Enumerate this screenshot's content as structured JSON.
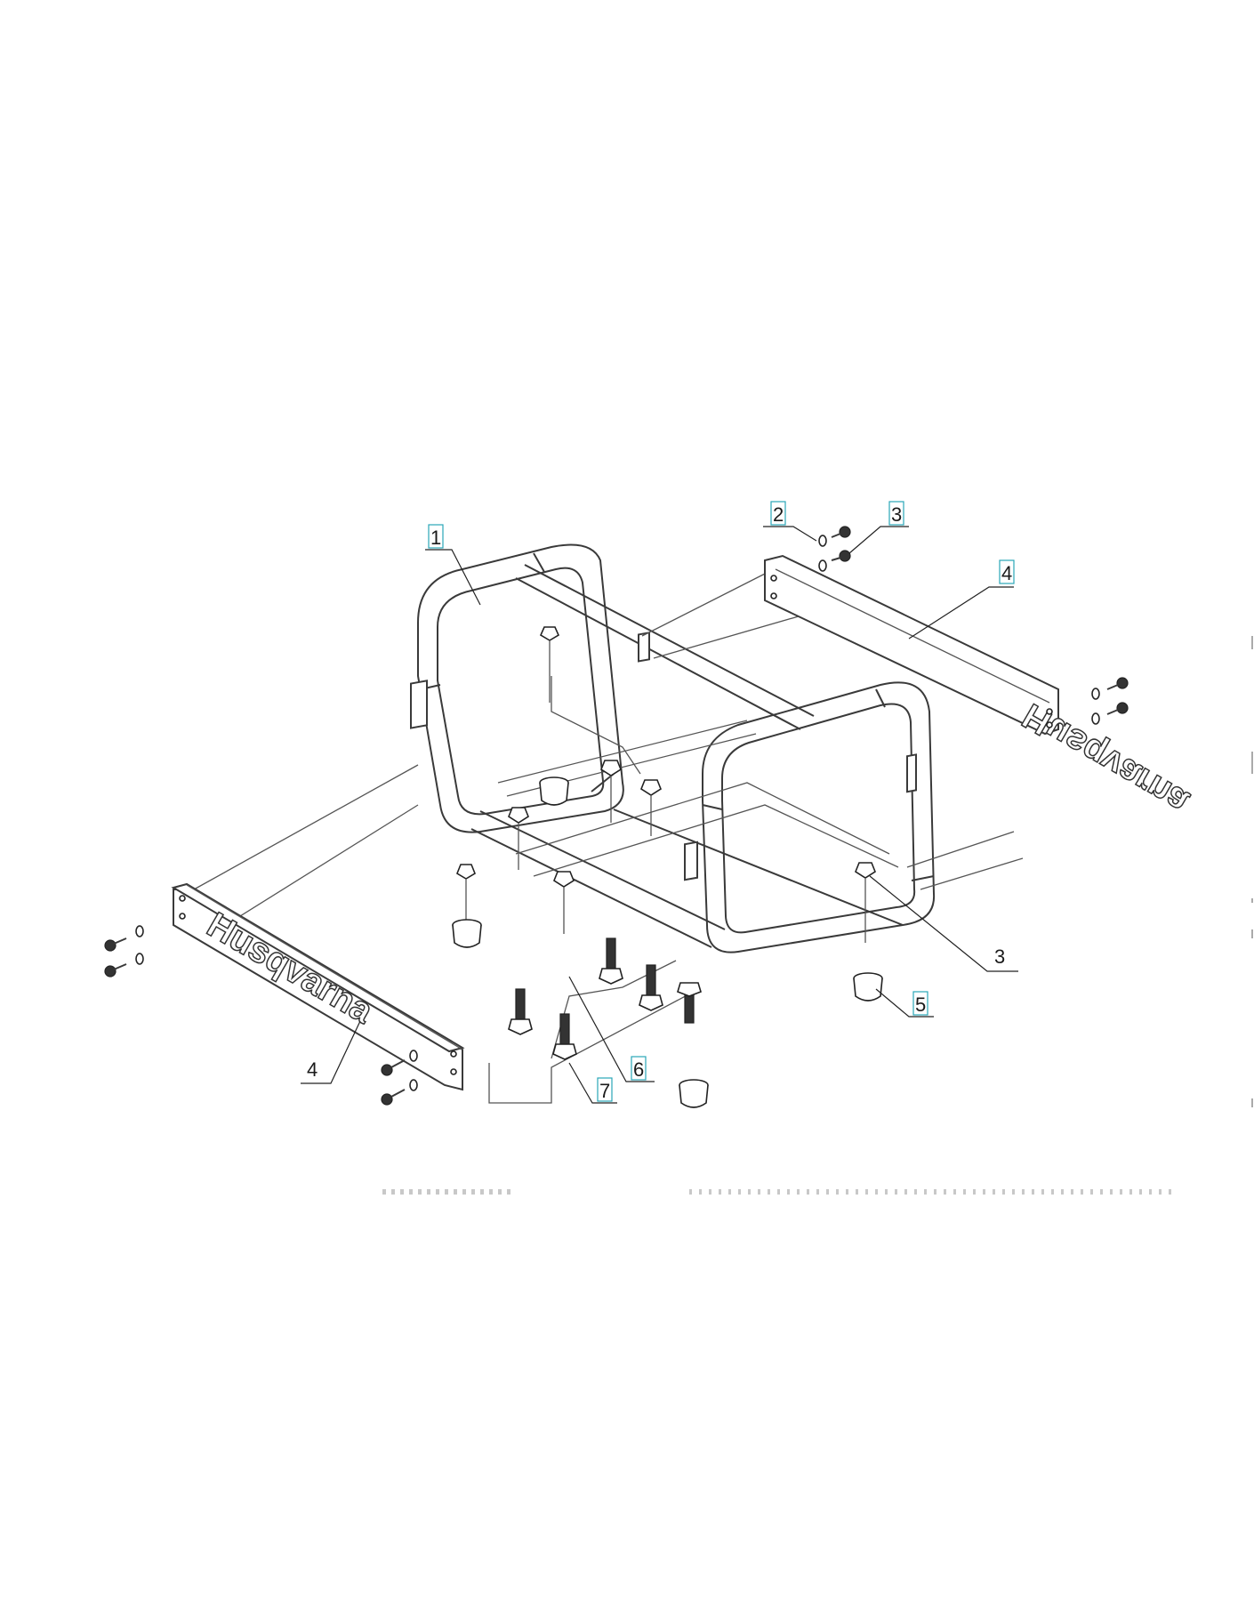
{
  "diagram": {
    "brand_logo_text": "Husqvarna",
    "callouts": [
      {
        "id": "callout-1",
        "label": "1",
        "boxed": true
      },
      {
        "id": "callout-2",
        "label": "2",
        "boxed": true
      },
      {
        "id": "callout-3-top",
        "label": "3",
        "boxed": true
      },
      {
        "id": "callout-4-top",
        "label": "4",
        "boxed": true
      },
      {
        "id": "callout-3-right",
        "label": "3",
        "boxed": false
      },
      {
        "id": "callout-5",
        "label": "5",
        "boxed": true
      },
      {
        "id": "callout-6",
        "label": "6",
        "boxed": true
      },
      {
        "id": "callout-7",
        "label": "7",
        "boxed": true
      },
      {
        "id": "callout-4-left",
        "label": "4",
        "boxed": false
      }
    ]
  },
  "colors": {
    "line": "#3a3a3a",
    "callout_box": "#2aa6b8",
    "background": "#ffffff"
  }
}
